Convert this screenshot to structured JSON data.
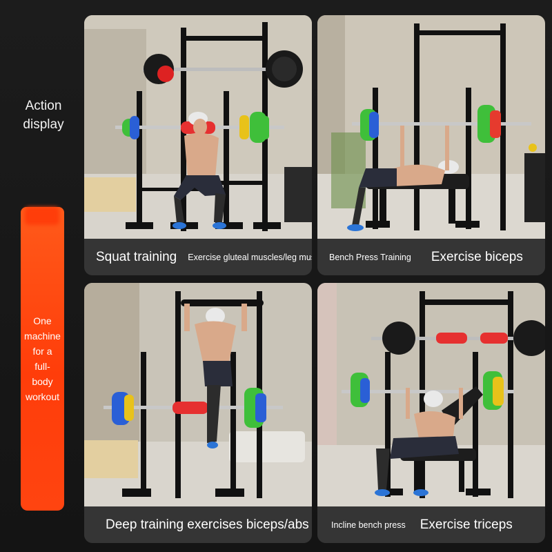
{
  "side": {
    "title_line1": "Action",
    "title_line2": "display",
    "banner_lines": [
      "One",
      "machine",
      "for a",
      "full-",
      "body",
      "workout"
    ],
    "banner_color": "#ff4410"
  },
  "panels": [
    {
      "caption_main": "Squat training",
      "caption_sub": "Exercise gluteal muscles/leg muscles"
    },
    {
      "caption_sub": "Bench Press Training",
      "caption_main": "Exercise biceps"
    },
    {
      "caption_main": "Deep training exercises biceps/abs"
    },
    {
      "caption_sub": "Incline bench press",
      "caption_main": "Exercise triceps"
    }
  ],
  "colors": {
    "background": "#161616",
    "caption_bar": "#353535",
    "rack": "#111111",
    "plate_green": "#3fbf3a",
    "plate_blue": "#2a5fd6",
    "plate_red": "#e63a2e",
    "plate_yellow": "#e8c21a",
    "bar_pad": "#e63030"
  },
  "icons": [
    "power-rack-icon",
    "barbell-icon",
    "athlete-figure-icon",
    "bench-icon"
  ]
}
